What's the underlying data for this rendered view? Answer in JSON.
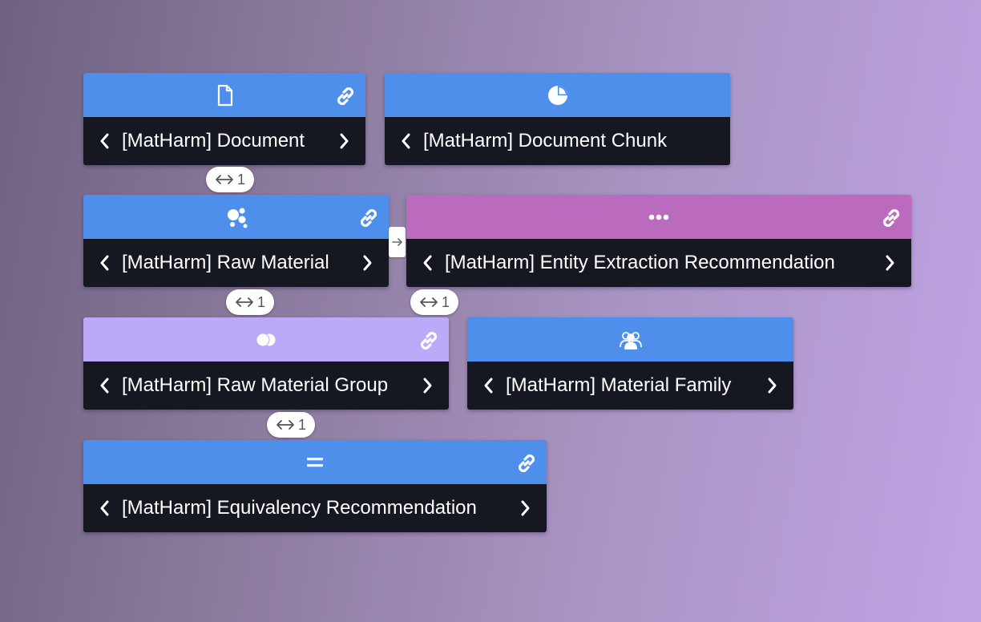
{
  "nodes": [
    {
      "id": "document",
      "title": "[MatHarm] Document",
      "icon": "document-icon",
      "color": "#4f8fec",
      "has_link": true,
      "has_prev": true,
      "has_next": true
    },
    {
      "id": "document-chunk",
      "title": "[MatHarm] Document Chunk",
      "icon": "pie-chart-icon",
      "color": "#4f8fec",
      "has_link": false,
      "has_prev": true,
      "has_next": false
    },
    {
      "id": "raw-material",
      "title": "[MatHarm] Raw Material",
      "icon": "molecule-icon",
      "color": "#4f8fec",
      "has_link": true,
      "has_prev": true,
      "has_next": true
    },
    {
      "id": "entity-extraction-recommendation",
      "title": "[MatHarm] Entity Extraction Recommendation",
      "icon": "ellipsis-icon",
      "color": "#bb6bbd",
      "has_link": true,
      "has_prev": true,
      "has_next": true
    },
    {
      "id": "raw-material-group",
      "title": "[MatHarm] Raw Material Group",
      "icon": "overlapping-circles-icon",
      "color": "#bcaaf9",
      "has_link": true,
      "has_prev": true,
      "has_next": true
    },
    {
      "id": "material-family",
      "title": "[MatHarm] Material Family",
      "icon": "users-icon",
      "color": "#4f8fec",
      "has_link": false,
      "has_prev": true,
      "has_next": true
    },
    {
      "id": "equivalency-recommendation",
      "title": "[MatHarm] Equivalency Recommendation",
      "icon": "equals-icon",
      "color": "#4f8fec",
      "has_link": true,
      "has_prev": true,
      "has_next": true
    }
  ],
  "relations": [
    {
      "between": "document / raw-material",
      "count": "1",
      "icon": "bidirectional-arrow-icon"
    },
    {
      "between": "raw-material / raw-material-group",
      "count": "1",
      "icon": "bidirectional-arrow-icon"
    },
    {
      "between": "entity-extraction-recommendation / raw-material-group",
      "count": "1",
      "icon": "bidirectional-arrow-icon"
    },
    {
      "between": "raw-material-group / equivalency-recommendation",
      "count": "1",
      "icon": "bidirectional-arrow-icon"
    }
  ],
  "connector": {
    "between": "raw-material / entity-extraction-recommendation",
    "icon": "right-arrow-icon"
  }
}
